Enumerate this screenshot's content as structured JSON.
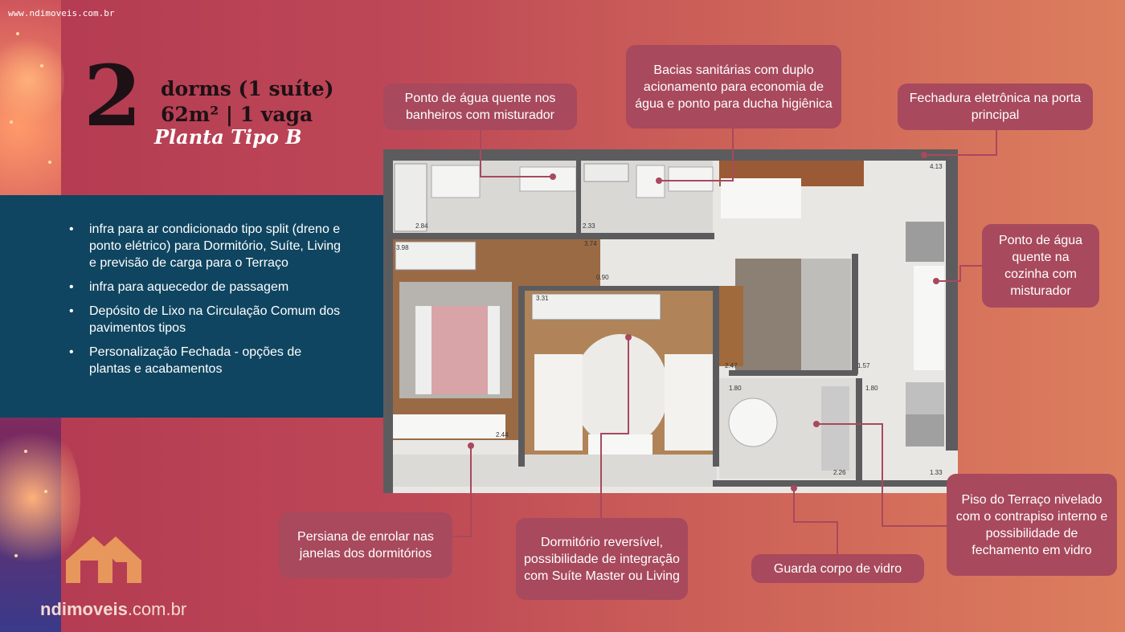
{
  "site_url": "www.ndimoveis.com.br",
  "header": {
    "number": "2",
    "line1": "dorms (1 suíte)",
    "line2": "62m² | 1 vaga",
    "subtitle": "Planta Tipo B"
  },
  "features": [
    "infra para ar condicionado tipo split (dreno e ponto elétrico) para Dormitório, Suíte, Living e previsão de carga para o Terraço",
    "infra para aquecedor de passagem",
    "Depósito de Lixo na Circulação Comum dos pavimentos tipos",
    "Personalização Fechada - opções de plantas e acabamentos"
  ],
  "bullet": "•",
  "callouts": {
    "agua_banheiros": "Ponto de água quente nos banheiros com misturador",
    "bacias": "Bacias sanitárias com duplo acionamento para economia de água e ponto para ducha higiênica",
    "fechadura": "Fechadura eletrônica na porta principal",
    "agua_cozinha": "Ponto de água quente na cozinha com misturador",
    "persiana": "Persiana de enrolar nas janelas dos dormitórios",
    "dormitorio": "Dormitório reversível, possibilidade de integração com Suíte Master ou Living",
    "guarda_corpo": "Guarda corpo de vidro",
    "piso_terraco": "Piso do Terraço nivelado com o contrapiso interno e possibilidade de fechamento em vidro"
  },
  "plan_dimensions": [
    "2.84",
    "2.33",
    "4.13",
    "3.98",
    "3.74",
    "0.90",
    "3.31",
    "2.47",
    "1.57",
    "2.44",
    "1.80",
    "1.80",
    "2.26",
    "1.33"
  ],
  "brand": {
    "bold": "ndimoveis",
    "rest": ".com.br"
  },
  "colors": {
    "callout": "#a8495d",
    "panel": "#0f4560",
    "wall": "#5c5c5e",
    "wood": "#9a6a45"
  }
}
